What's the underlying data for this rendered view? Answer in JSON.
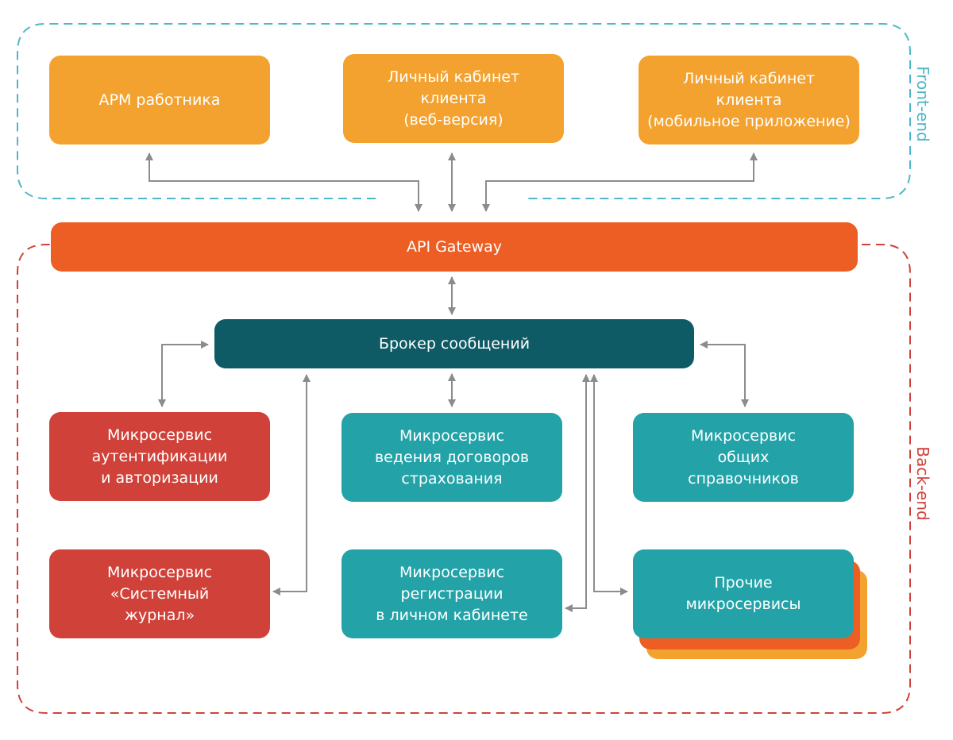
{
  "colors": {
    "frontend_border": "#4cb7c8",
    "backend_border": "#d04239",
    "arrow": "#8c8c8c",
    "frontend_box": "#f3a22f",
    "gateway": "#ec5e24",
    "broker": "#0e5a65",
    "service_red": "#d04239",
    "service_teal": "#23a3a8",
    "stack_orange": "#ec5e24",
    "stack_yellow": "#f3a22f"
  },
  "labels": {
    "frontend": "Front-end",
    "backend": "Back-end"
  },
  "frontend": {
    "arm": "АРМ работника",
    "web": "Личный кабинет\nклиента\n(веб-версия)",
    "mobile": "Личный кабинет\nклиента\n(мобильное приложение)"
  },
  "gateway": {
    "label": "API Gateway"
  },
  "broker": {
    "label": "Брокер сообщений"
  },
  "services": {
    "auth": "Микросервис\nаутентификации\nи авторизации",
    "contracts": "Микросервис\nведения договоров\nстрахования",
    "dictionaries": "Микросервис\nобщих\nсправочников",
    "syslog": "Микросервис\n«Системный\nжурнал»",
    "registration": "Микросервис\nрегистрации\nв личном кабинете",
    "other": "Прочие\nмикросервисы"
  }
}
